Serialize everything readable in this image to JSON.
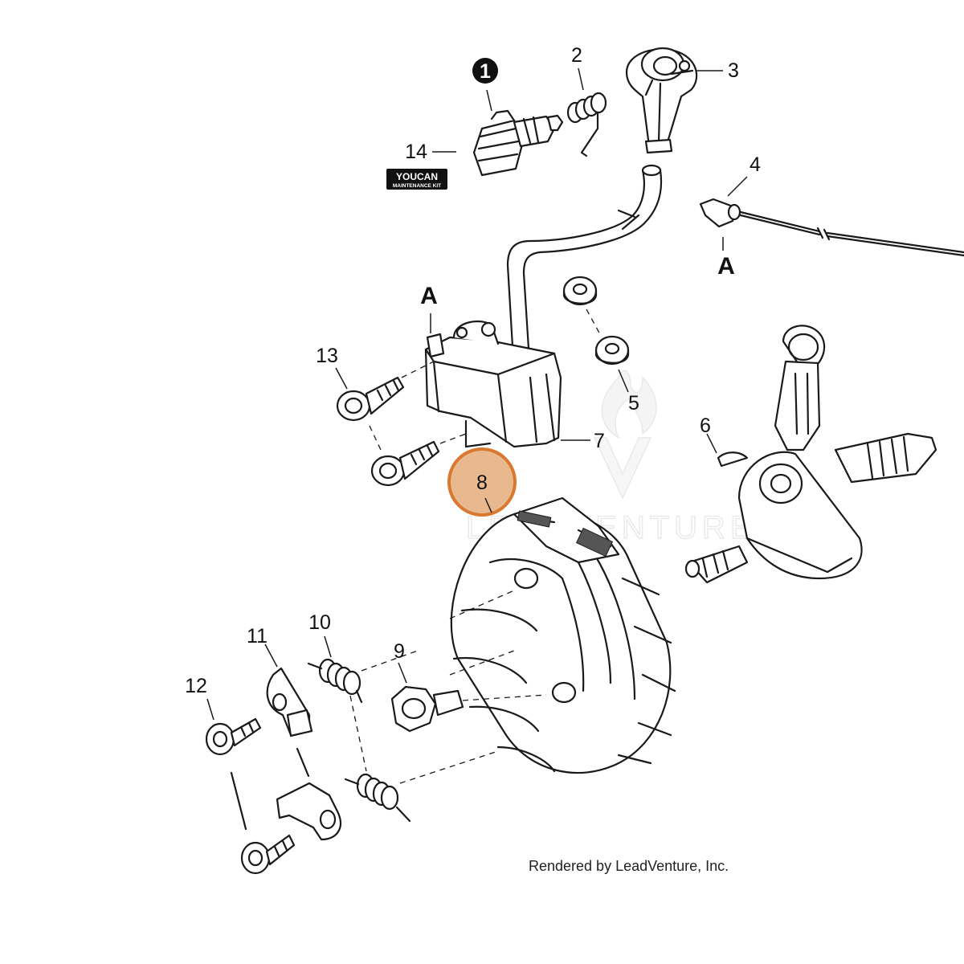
{
  "diagram": {
    "callouts": {
      "c1": "1",
      "c2": "2",
      "c3": "3",
      "c4": "4",
      "c5": "5",
      "c6": "6",
      "c7": "7",
      "c8": "8",
      "c9": "9",
      "c10": "10",
      "c11": "11",
      "c12": "12",
      "c13": "13",
      "c14": "14"
    },
    "connector_labels": {
      "a_left": "A",
      "a_right": "A"
    },
    "highlighted_callout": "8",
    "highlight_color": "#e8b98e",
    "highlight_border_color": "#d9782e",
    "kit_badge": {
      "top": "YOUCAN",
      "bottom": "MAINTENANCE KIT"
    },
    "watermark": "LEADVENTURE",
    "credit": "Rendered by LeadVenture, Inc."
  }
}
